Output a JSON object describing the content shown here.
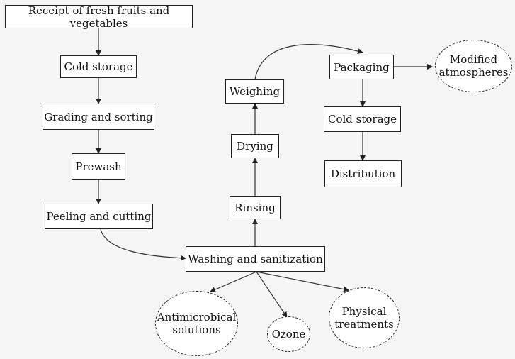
{
  "steps": {
    "receipt": "Receipt of fresh fruits and vegetables",
    "cold_storage_1": "Cold storage",
    "grading": "Grading and sorting",
    "prewash": "Prewash",
    "peeling": "Peeling and cutting",
    "washing": "Washing and sanitization",
    "rinsing": "Rinsing",
    "drying": "Drying",
    "weighing": "Weighing",
    "packaging": "Packaging",
    "cold_storage_2": "Cold storage",
    "distribution": "Distribution"
  },
  "options": {
    "modified_atmospheres": "Modified atmospheres",
    "antimicrobial": "Antimicrobical solutions",
    "ozone": "Ozone",
    "physical": "Physical treatments"
  }
}
